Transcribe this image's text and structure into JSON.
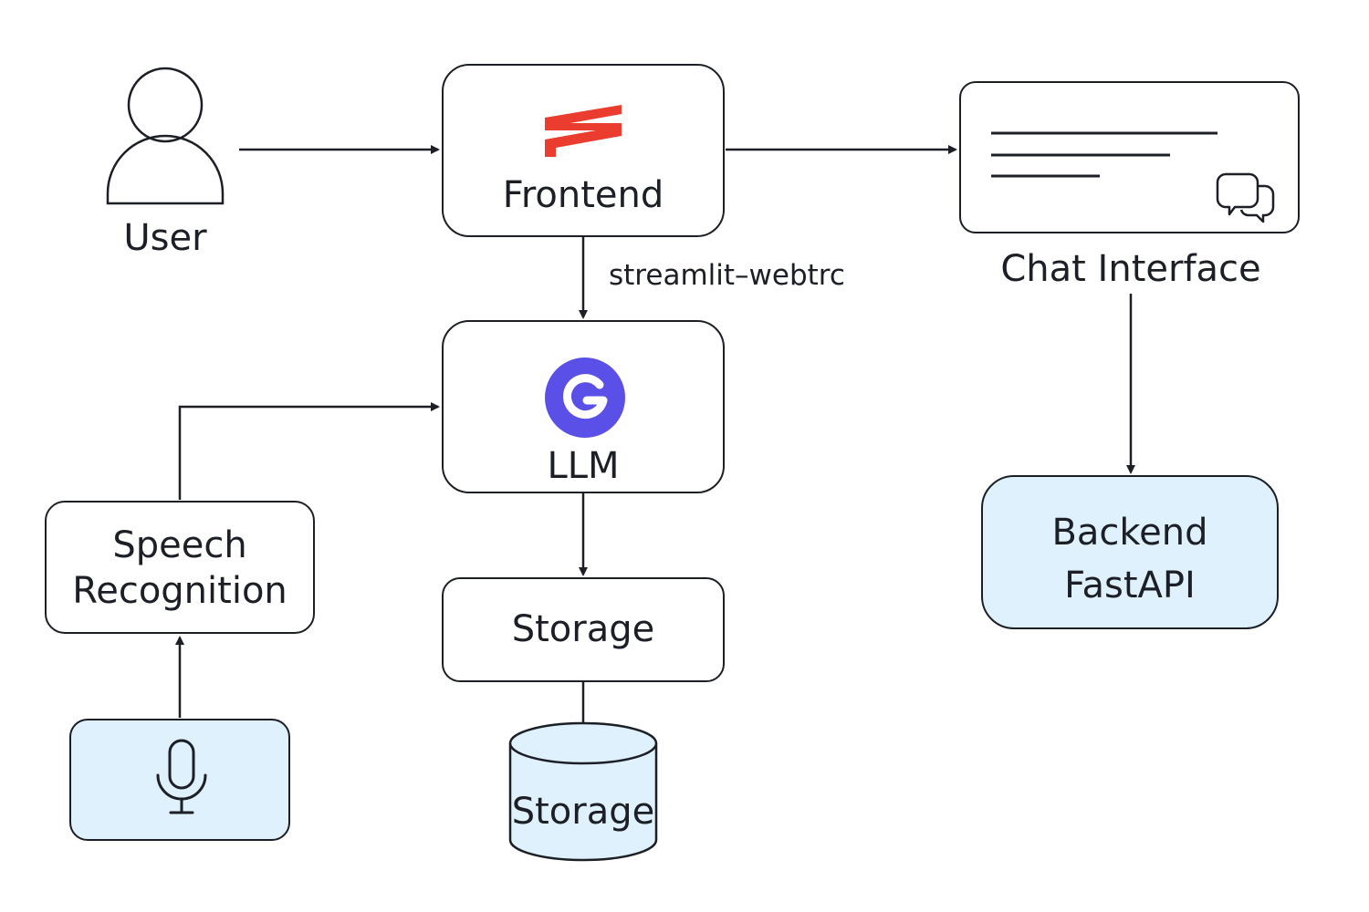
{
  "nodes": {
    "user": {
      "label": "User"
    },
    "frontend": {
      "label": "Frontend",
      "icon": "streamlit-logo-icon",
      "icon_color": "#ea3d30"
    },
    "chat_interface": {
      "label": "Chat Interface",
      "icon": "chat-bubbles-icon"
    },
    "llm": {
      "label": "LLM",
      "icon": "g-logo-icon",
      "icon_color": "#5a4fe6"
    },
    "speech_recognition": {
      "line1": "Speech",
      "line2": "Recognition"
    },
    "microphone": {
      "icon": "microphone-icon"
    },
    "storage": {
      "label": "Storage"
    },
    "storage_db": {
      "label": "Storage",
      "icon": "database-cylinder-icon"
    },
    "backend": {
      "line1": "Backend",
      "line2": "FastAPI"
    }
  },
  "edges": {
    "frontend_to_llm": {
      "label": "streamlit–webtrc"
    }
  },
  "colors": {
    "stroke": "#1c1f26",
    "tint": "#def1fd"
  }
}
